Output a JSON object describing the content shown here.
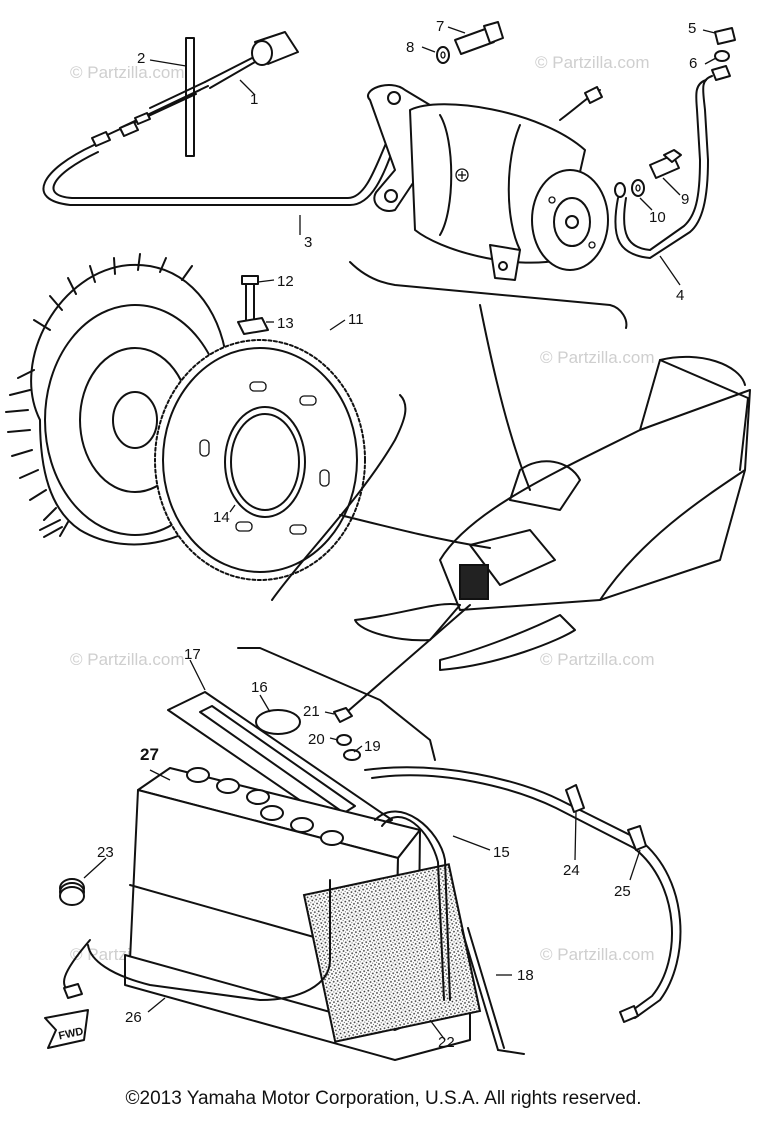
{
  "diagram": {
    "callouts": [
      {
        "id": "1",
        "text": "1"
      },
      {
        "id": "2",
        "text": "2"
      },
      {
        "id": "3",
        "text": "3"
      },
      {
        "id": "4",
        "text": "4"
      },
      {
        "id": "5",
        "text": "5"
      },
      {
        "id": "6",
        "text": "6"
      },
      {
        "id": "7",
        "text": "7"
      },
      {
        "id": "8",
        "text": "8"
      },
      {
        "id": "9",
        "text": "9"
      },
      {
        "id": "10",
        "text": "10"
      },
      {
        "id": "11",
        "text": "11"
      },
      {
        "id": "12",
        "text": "12"
      },
      {
        "id": "13",
        "text": "13"
      },
      {
        "id": "14",
        "text": "14"
      },
      {
        "id": "15",
        "text": "15"
      },
      {
        "id": "16",
        "text": "16"
      },
      {
        "id": "17",
        "text": "17"
      },
      {
        "id": "18",
        "text": "18"
      },
      {
        "id": "19",
        "text": "19"
      },
      {
        "id": "20",
        "text": "20"
      },
      {
        "id": "21",
        "text": "21"
      },
      {
        "id": "22",
        "text": "22"
      },
      {
        "id": "23",
        "text": "23"
      },
      {
        "id": "24",
        "text": "24"
      },
      {
        "id": "25",
        "text": "25"
      },
      {
        "id": "26",
        "text": "26"
      },
      {
        "id": "27",
        "text": "27"
      }
    ],
    "watermark": "© Partzilla.com",
    "fwd_label": "FWD"
  },
  "footer": {
    "copyright": "©2013  Yamaha Motor Corporation, U.S.A. All rights reserved."
  }
}
